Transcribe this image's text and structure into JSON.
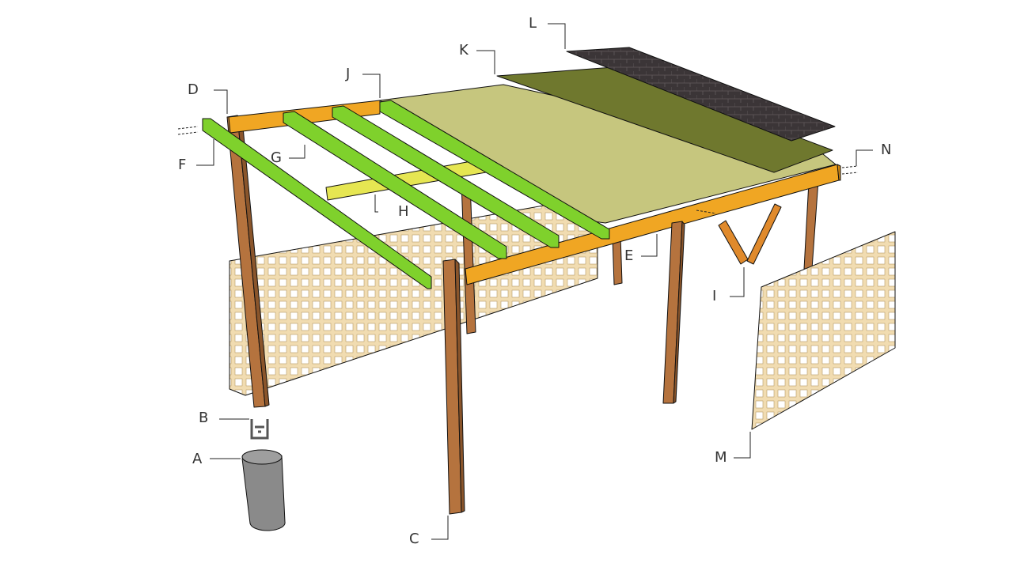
{
  "labels": [
    {
      "id": "A",
      "text": "A"
    },
    {
      "id": "B",
      "text": "B"
    },
    {
      "id": "C",
      "text": "C"
    },
    {
      "id": "D",
      "text": "D"
    },
    {
      "id": "E",
      "text": "E"
    },
    {
      "id": "F",
      "text": "F"
    },
    {
      "id": "G",
      "text": "G"
    },
    {
      "id": "H",
      "text": "H"
    },
    {
      "id": "I",
      "text": "I"
    },
    {
      "id": "J",
      "text": "J"
    },
    {
      "id": "K",
      "text": "K"
    },
    {
      "id": "L",
      "text": "L"
    },
    {
      "id": "M",
      "text": "M"
    },
    {
      "id": "N",
      "text": "N"
    }
  ],
  "colors": {
    "post": "#b5733e",
    "post_dark": "#8a552b",
    "beam": "#f0a623",
    "beam_dark": "#cf8614",
    "rafter": "#7fd12c",
    "rafter_dark": "#5ea51c",
    "blocking": "#e6e652",
    "sheathing": "#c6c67e",
    "felt": "#6f782e",
    "shingles": "#3b3537",
    "lattice": "#f1dcb1",
    "lattice_hole": "#ffffff",
    "footing": "#8a8a8a",
    "bracket": "#9a9a9a",
    "brace": "#e08a2c"
  }
}
